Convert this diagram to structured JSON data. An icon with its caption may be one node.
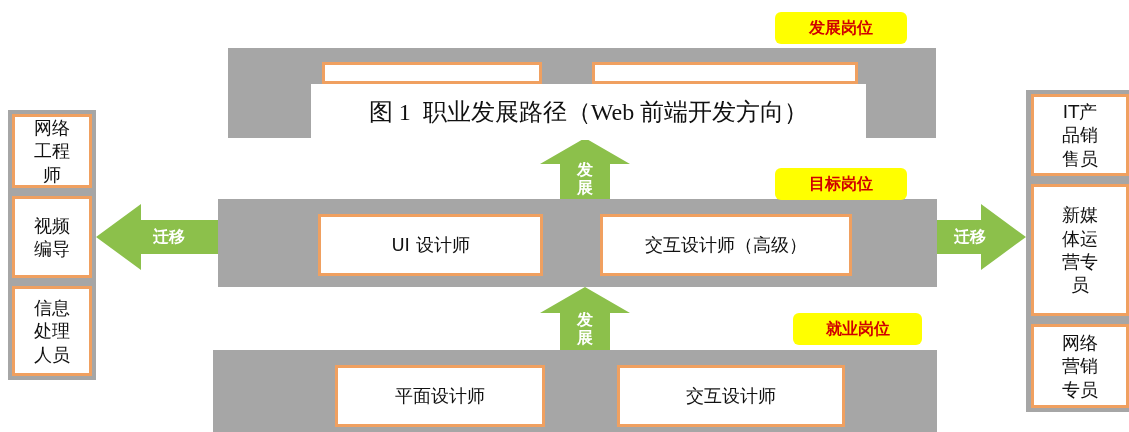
{
  "diagram": {
    "caption": "图 1  职业发展路径（Web 前端开发方向）",
    "nodes": [
      {
        "text": [
          "发展岗位"
        ]
      },
      {
        "text": [],
        "shape": "box",
        "in": 0
      },
      {
        "text": [],
        "shape": "box",
        "in": 0
      },
      {
        "text": [
          "目标岗位"
        ]
      },
      {
        "text": [
          "UI 设计师"
        ],
        "in": 3
      },
      {
        "text": [
          "交互设计师（高级）"
        ],
        "in": 3
      },
      {
        "text": [
          "就业岗位"
        ]
      },
      {
        "text": [
          "平面设计师"
        ],
        "in": 6
      },
      {
        "text": [
          "交互设计师"
        ],
        "in": 6
      },
      {
        "text": [],
        "shape": "bar"
      },
      {
        "text": [
          "网络工程师"
        ],
        "in": 9
      },
      {
        "text": [
          "视频编导"
        ],
        "in": 9
      },
      {
        "text": [
          "信息处理人员"
        ],
        "in": 9
      },
      {
        "text": [],
        "shape": "bar"
      },
      {
        "text": [
          "IT产品销售员"
        ],
        "in": 13
      },
      {
        "text": [
          "新媒体运营专员"
        ],
        "in": 13
      },
      {
        "text": [
          "网络营销专员"
        ],
        "in": 13
      }
    ],
    "edges": [
      {
        "from": 3,
        "to": 0,
        "arrow": "to",
        "label": "发展"
      },
      {
        "from": 6,
        "to": 3,
        "arrow": "to",
        "label": "发展"
      },
      {
        "from": 3,
        "to": 9,
        "arrow": "to",
        "label": "迁移"
      },
      {
        "from": 3,
        "to": 13,
        "arrow": "to",
        "label": "迁移"
      }
    ]
  }
}
